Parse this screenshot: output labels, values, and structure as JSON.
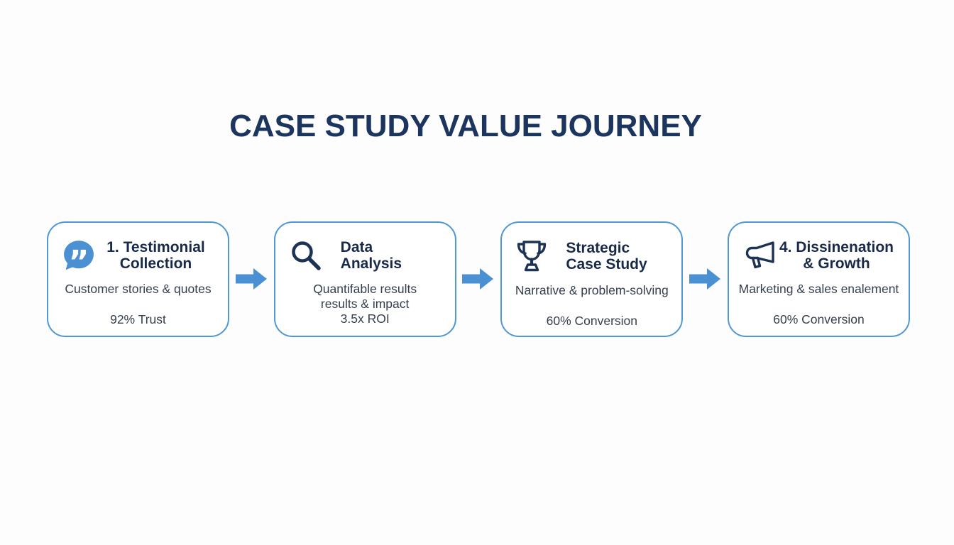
{
  "page": {
    "title": "CASE STUDY VALUE JOURNEY",
    "background_color": "#fdfdfd"
  },
  "colors": {
    "title_navy": "#1c355e",
    "heading_navy": "#18294a",
    "body_text": "#353e4d",
    "accent_blue": "#4a90d2",
    "card_border_blue": "#4f97d5",
    "icon_navy": "#1d3356"
  },
  "cards": [
    {
      "icon": "quote-icon",
      "heading_line1": "1. Testimonial",
      "heading_line2": "Collection",
      "body": [
        "Customer stories & quotes"
      ],
      "stat": "92% Trust"
    },
    {
      "icon": "magnifier-icon",
      "heading_line1": "Data",
      "heading_line2": "Analysis",
      "body": [
        "Quantifable results",
        "results & impact",
        "3.5x ROI"
      ],
      "stat": null
    },
    {
      "icon": "trophy-icon",
      "heading_line1": "Strategic",
      "heading_line2": "Case Study",
      "body": [
        "Narrative & problem-solving"
      ],
      "stat": "60% Conversion"
    },
    {
      "icon": "megaphone-icon",
      "heading_line1": "4. Dissinenation",
      "heading_line2": "& Growth",
      "body": [
        "Marketing & sales enalement"
      ],
      "stat": "60% Conversion"
    }
  ],
  "connectors": [
    {
      "icon": "right-arrow-icon"
    },
    {
      "icon": "right-arrow-icon"
    },
    {
      "icon": "right-arrow-icon"
    }
  ]
}
